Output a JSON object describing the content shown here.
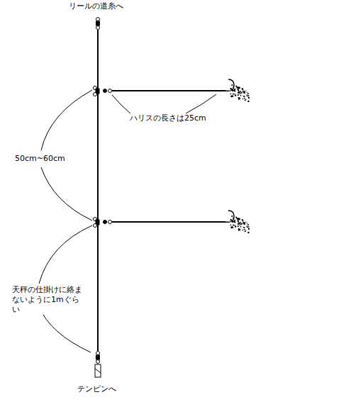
{
  "diagram": {
    "labels": [
      "リールの道糸へ",
      "ハリスの長さは25cm",
      "50cm~60cm",
      "天秤の仕掛けに絡まないように1mぐらい",
      "テンピンへ"
    ]
  }
}
